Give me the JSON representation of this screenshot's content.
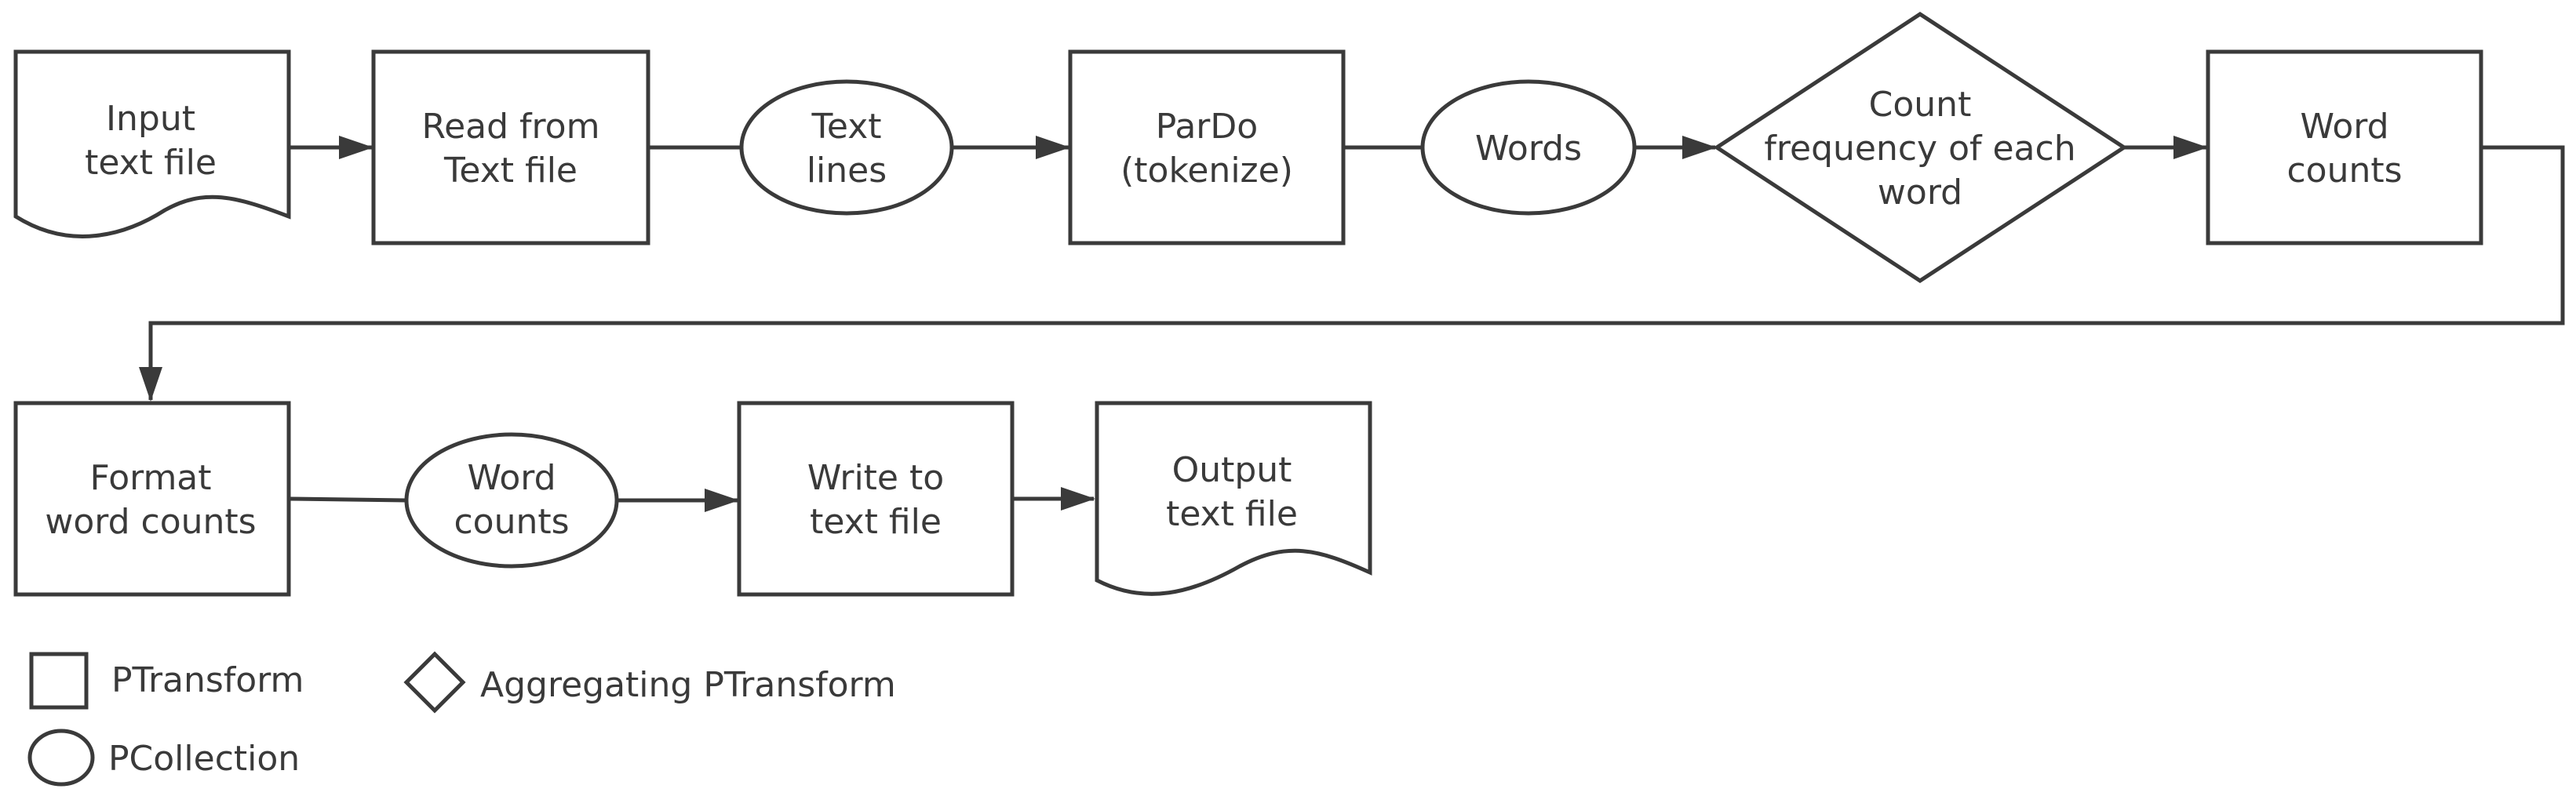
{
  "nodes": {
    "input_file": {
      "line1": "Input",
      "line2": "text file"
    },
    "read_text": {
      "line1": "Read from",
      "line2": "Text file"
    },
    "text_lines": {
      "line1": "Text",
      "line2": "lines"
    },
    "pardo": {
      "line1": "ParDo",
      "line2": "(tokenize)"
    },
    "words": {
      "line1": "Words"
    },
    "count": {
      "line1": "Count",
      "line2": "frequency of each",
      "line3": "word"
    },
    "word_counts_1": {
      "line1": "Word",
      "line2": "counts"
    },
    "format": {
      "line1": "Format",
      "line2": "word counts"
    },
    "word_counts_2": {
      "line1": "Word",
      "line2": "counts"
    },
    "write": {
      "line1": "Write to",
      "line2": "text file"
    },
    "output_file": {
      "line1": "Output",
      "line2": "text file"
    }
  },
  "legend": {
    "ptransform": "PTransform",
    "aggregating": "Aggregating PTransform",
    "pcollection": "PCollection"
  },
  "colors": {
    "stroke": "#3a3a3a",
    "background": "#ffffff"
  }
}
